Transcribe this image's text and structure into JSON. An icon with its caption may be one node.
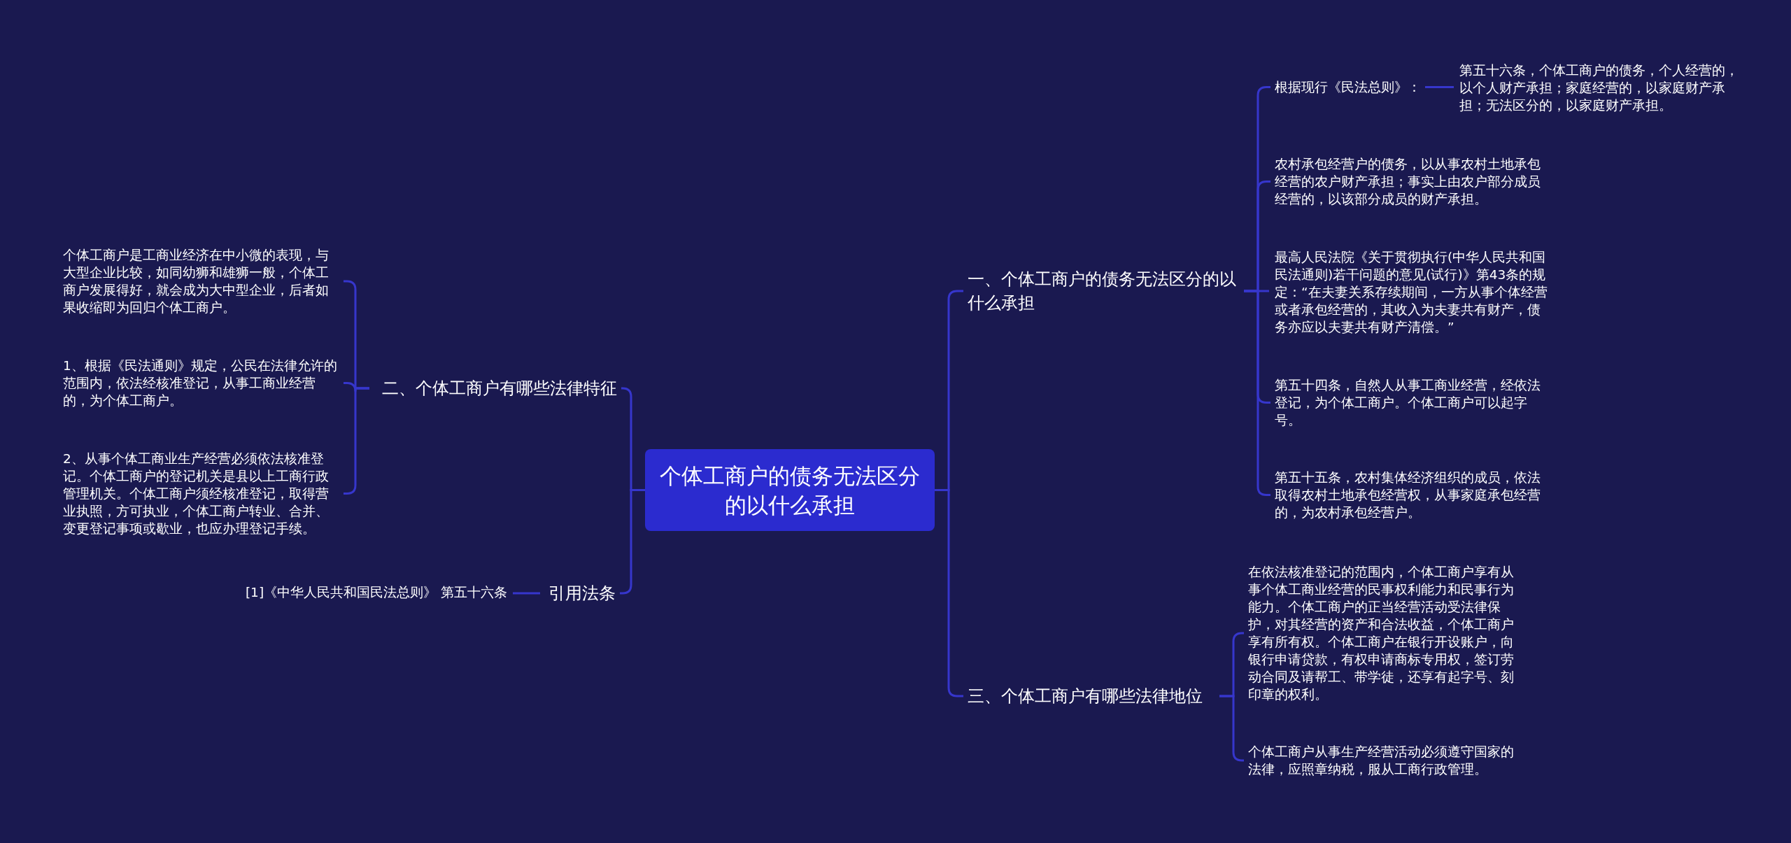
{
  "diagram": {
    "nodes": [
      {
        "text": [
          "个体工商户的债务无法区分的以什么承担"
        ]
      },
      {
        "text": [
          "一、个体工商户的债务无法区分的以什么承担"
        ]
      },
      {
        "text": [
          "根据现行《民法总则》："
        ]
      },
      {
        "text": [
          "第五十六条，个体工商户的债务，个人经营的，以个人财产承担；家庭经营的，以家庭财产承担；无法区分的，以家庭财产承担。"
        ]
      },
      {
        "text": [
          "农村承包经营户的债务，以从事农村土地承包经营的农户财产承担；事实上由农户部分成员经营的，以该部分成员的财产承担。"
        ]
      },
      {
        "text": [
          "最高人民法院《关于贯彻执行(中华人民共和国民法通则)若干问题的意见(试行)》第43条的规定：“在夫妻关系存续期间，一方从事个体经营或者承包经营的，其收入为夫妻共有财产，债务亦应以夫妻共有财产清偿。”"
        ]
      },
      {
        "text": [
          "第五十四条，自然人从事工商业经营，经依法登记，为个体工商户。个体工商户可以起字号。"
        ]
      },
      {
        "text": [
          "第五十五条，农村集体经济组织的成员，依法取得农村土地承包经营权，从事家庭承包经营的，为农村承包经营户。"
        ]
      },
      {
        "text": [
          "三、个体工商户有哪些法律地位"
        ]
      },
      {
        "text": [
          "在依法核准登记的范围内，个体工商户享有从事个体工商业经营的民事权利能力和民事行为能力。个体工商户的正当经营活动受法律保护，对其经营的资产和合法收益，个体工商户享有所有权。个体工商户在银行开设账户，向银行申请贷款，有权申请商标专用权，签订劳动合同及请帮工、带学徒，还享有起字号、刻印章的权利。"
        ]
      },
      {
        "text": [
          "个体工商户从事生产经营活动必须遵守国家的法律，应照章纳税，服从工商行政管理。"
        ]
      },
      {
        "text": [
          "二、个体工商户有哪些法律特征"
        ]
      },
      {
        "text": [
          "个体工商户是工商业经济在中小微的表现，与大型企业比较，如同幼狮和雄狮一般，个体工商户发展得好，就会成为大中型企业，后者如果收缩即为回归个体工商户。"
        ]
      },
      {
        "text": [
          "1、根据《民法通则》规定，公民在法律允许的范围内，依法经核准登记，从事工商业经营的，为个体工商户。"
        ]
      },
      {
        "text": [
          "2、从事个体工商业生产经营必须依法核准登记。个体工商户的登记机关是县以上工商行政管理机关。个体工商户须经核准登记，取得营业执照，方可执业，个体工商户转业、合并、变更登记事项或歇业，也应办理登记手续。"
        ]
      },
      {
        "text": [
          "引用法条"
        ]
      },
      {
        "text": [
          "[1]《中华人民共和国民法总则》 第五十六条"
        ]
      }
    ],
    "edges": [
      {
        "from": 0,
        "to": 1,
        "arrow": "none"
      },
      {
        "from": 1,
        "to": 2,
        "arrow": "none"
      },
      {
        "from": 2,
        "to": 3,
        "arrow": "none"
      },
      {
        "from": 1,
        "to": 4,
        "arrow": "none"
      },
      {
        "from": 1,
        "to": 5,
        "arrow": "none"
      },
      {
        "from": 1,
        "to": 6,
        "arrow": "none"
      },
      {
        "from": 1,
        "to": 7,
        "arrow": "none"
      },
      {
        "from": 0,
        "to": 8,
        "arrow": "none"
      },
      {
        "from": 8,
        "to": 9,
        "arrow": "none"
      },
      {
        "from": 8,
        "to": 10,
        "arrow": "none"
      },
      {
        "from": 0,
        "to": 11,
        "arrow": "none"
      },
      {
        "from": 11,
        "to": 12,
        "arrow": "none"
      },
      {
        "from": 11,
        "to": 13,
        "arrow": "none"
      },
      {
        "from": 11,
        "to": 14,
        "arrow": "none"
      },
      {
        "from": 0,
        "to": 15,
        "arrow": "none"
      },
      {
        "from": 15,
        "to": 16,
        "arrow": "none"
      }
    ]
  }
}
